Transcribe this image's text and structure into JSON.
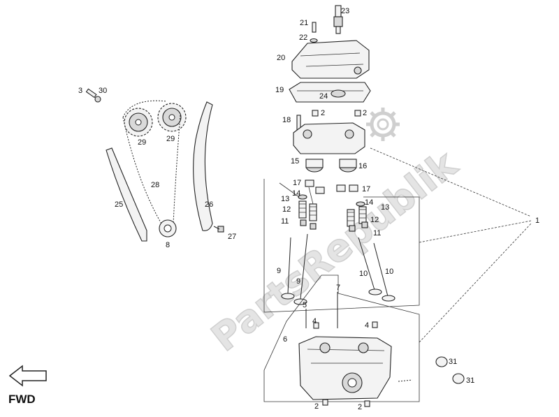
{
  "direction_label": "FWD",
  "watermark": "PartsRepublik",
  "colors": {
    "line": "#222222",
    "part_fill": "#f3f3f3",
    "watermark": "#e4e4e4"
  },
  "labels": {
    "l1": "1",
    "l2a": "2",
    "l2b": "2",
    "l2c": "2",
    "l2d": "2",
    "l3": "3",
    "l4a": "4",
    "l4b": "4",
    "l5": "5",
    "l6": "6",
    "l7": "7",
    "l8": "8",
    "l9a": "9",
    "l9b": "9",
    "l10a": "10",
    "l10b": "10",
    "l11a": "11",
    "l11b": "11",
    "l12a": "12",
    "l12b": "12",
    "l13a": "13",
    "l13b": "13",
    "l14a": "14",
    "l14b": "14",
    "l15": "15",
    "l16": "16",
    "l17a": "17",
    "l17b": "17",
    "l18": "18",
    "l19": "19",
    "l20": "20",
    "l21": "21",
    "l22": "22",
    "l23": "23",
    "l24": "24",
    "l25": "25",
    "l26": "26",
    "l27": "27",
    "l28": "28",
    "l29a": "29",
    "l29b": "29",
    "l30": "30",
    "l31a": "31",
    "l31b": "31"
  }
}
